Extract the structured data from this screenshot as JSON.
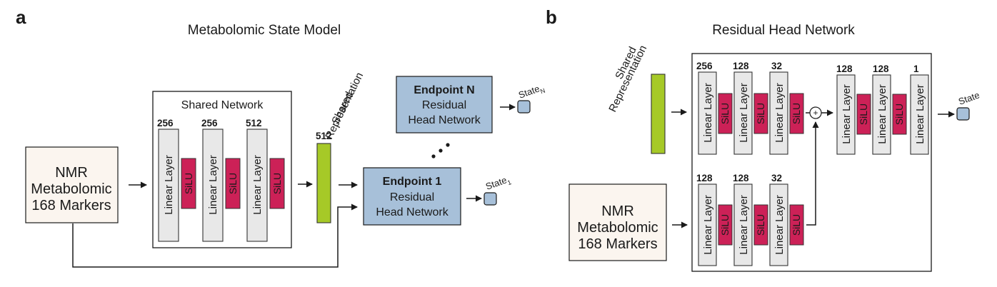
{
  "panel_a": {
    "letter": "a",
    "title": "Metabolomic State Model",
    "input": {
      "line1": "NMR",
      "line2": "Metabolomic",
      "line3": "168 Markers"
    },
    "shared_network": {
      "title": "Shared Network",
      "dims": [
        "256",
        "256",
        "512"
      ],
      "layer_label": "Linear Layer",
      "activation_label": "SiLU"
    },
    "shared_rep": {
      "line1": "Shared",
      "line2": "Representation",
      "dim": "512"
    },
    "endpoint_n": {
      "title": "Endpoint N",
      "line1": "Residual",
      "line2": "Head Network",
      "state": "State",
      "state_sub": "N"
    },
    "endpoint_1": {
      "title": "Endpoint 1",
      "line1": "Residual",
      "line2": "Head Network",
      "state": "State",
      "state_sub": "1"
    }
  },
  "panel_b": {
    "letter": "b",
    "title": "Residual Head Network",
    "shared_rep": {
      "line1": "Shared",
      "line2": "Representation"
    },
    "top_branch_dims": [
      "256",
      "128",
      "32"
    ],
    "bottom_branch_dims": [
      "128",
      "128",
      "32"
    ],
    "output_dims": [
      "128",
      "128",
      "1"
    ],
    "layer_label": "Linear Layer",
    "activation_label": "SiLU",
    "sum_symbol": "+",
    "input": {
      "line1": "NMR",
      "line2": "Metabolomic",
      "line3": "168 Markers"
    },
    "state": "State"
  }
}
